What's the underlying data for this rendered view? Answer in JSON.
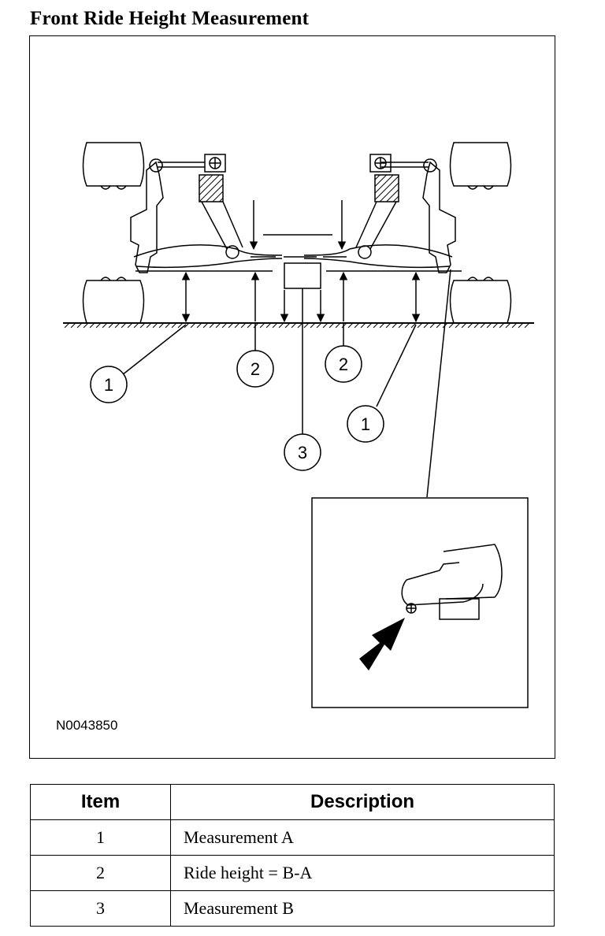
{
  "title": "Front Ride Height Measurement",
  "figure_id": "N0043850",
  "callouts": {
    "c1": "1",
    "c2": "2",
    "c3": "3"
  },
  "table": {
    "headers": {
      "item": "Item",
      "description": "Description"
    },
    "rows": [
      {
        "item": "1",
        "description": "Measurement A"
      },
      {
        "item": "2",
        "description": "Ride height = B-A"
      },
      {
        "item": "3",
        "description": "Measurement B"
      }
    ]
  }
}
